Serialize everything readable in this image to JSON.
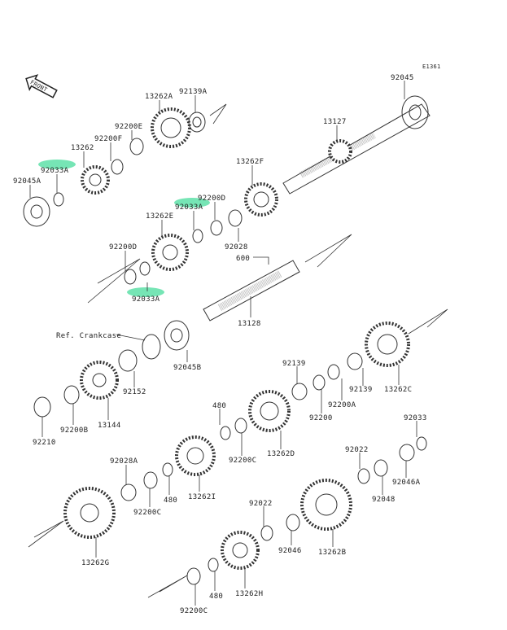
{
  "diagram": {
    "code": "E1361",
    "front_label": "FRONT",
    "highlight_color": "#5ee0a8",
    "labels": [
      {
        "id": "92045",
        "text": "92045"
      },
      {
        "id": "13262A",
        "text": "13262A"
      },
      {
        "id": "92139A",
        "text": "92139A"
      },
      {
        "id": "92200E",
        "text": "92200E"
      },
      {
        "id": "92200F",
        "text": "92200F"
      },
      {
        "id": "13262",
        "text": "13262"
      },
      {
        "id": "92033A-1",
        "text": "92033A",
        "highlighted": true
      },
      {
        "id": "92045A",
        "text": "92045A"
      },
      {
        "id": "13127",
        "text": "13127"
      },
      {
        "id": "13262F",
        "text": "13262F"
      },
      {
        "id": "92200D-1",
        "text": "92200D"
      },
      {
        "id": "92033A-2",
        "text": "92033A",
        "highlighted": true
      },
      {
        "id": "13262E",
        "text": "13262E"
      },
      {
        "id": "92028",
        "text": "92028"
      },
      {
        "id": "600",
        "text": "600"
      },
      {
        "id": "92200D-2",
        "text": "92200D"
      },
      {
        "id": "92033A-3",
        "text": "92033A",
        "highlighted": true
      },
      {
        "id": "13128",
        "text": "13128"
      },
      {
        "id": "ref-crankcase",
        "text": "Ref. Crankcase"
      },
      {
        "id": "92045B",
        "text": "92045B"
      },
      {
        "id": "92139-1",
        "text": "92139"
      },
      {
        "id": "92200A",
        "text": "92200A"
      },
      {
        "id": "92139-2",
        "text": "92139"
      },
      {
        "id": "13262C",
        "text": "13262C"
      },
      {
        "id": "92200",
        "text": "92200"
      },
      {
        "id": "92152",
        "text": "92152"
      },
      {
        "id": "13144",
        "text": "13144"
      },
      {
        "id": "92200B",
        "text": "92200B"
      },
      {
        "id": "92210",
        "text": "92210"
      },
      {
        "id": "480-1",
        "text": "480"
      },
      {
        "id": "92200C-1",
        "text": "92200C"
      },
      {
        "id": "13262D",
        "text": "13262D"
      },
      {
        "id": "92033",
        "text": "92033"
      },
      {
        "id": "92022-1",
        "text": "92022"
      },
      {
        "id": "92046A",
        "text": "92046A"
      },
      {
        "id": "92048",
        "text": "92048"
      },
      {
        "id": "92028A",
        "text": "92028A"
      },
      {
        "id": "92200C-2",
        "text": "92200C"
      },
      {
        "id": "480-2",
        "text": "480"
      },
      {
        "id": "13262I",
        "text": "13262I"
      },
      {
        "id": "92022-2",
        "text": "92022"
      },
      {
        "id": "92046",
        "text": "92046"
      },
      {
        "id": "13262B",
        "text": "13262B"
      },
      {
        "id": "13262G",
        "text": "13262G"
      },
      {
        "id": "480-3",
        "text": "480"
      },
      {
        "id": "13262H",
        "text": "13262H"
      },
      {
        "id": "92200C-3",
        "text": "92200C"
      }
    ]
  }
}
